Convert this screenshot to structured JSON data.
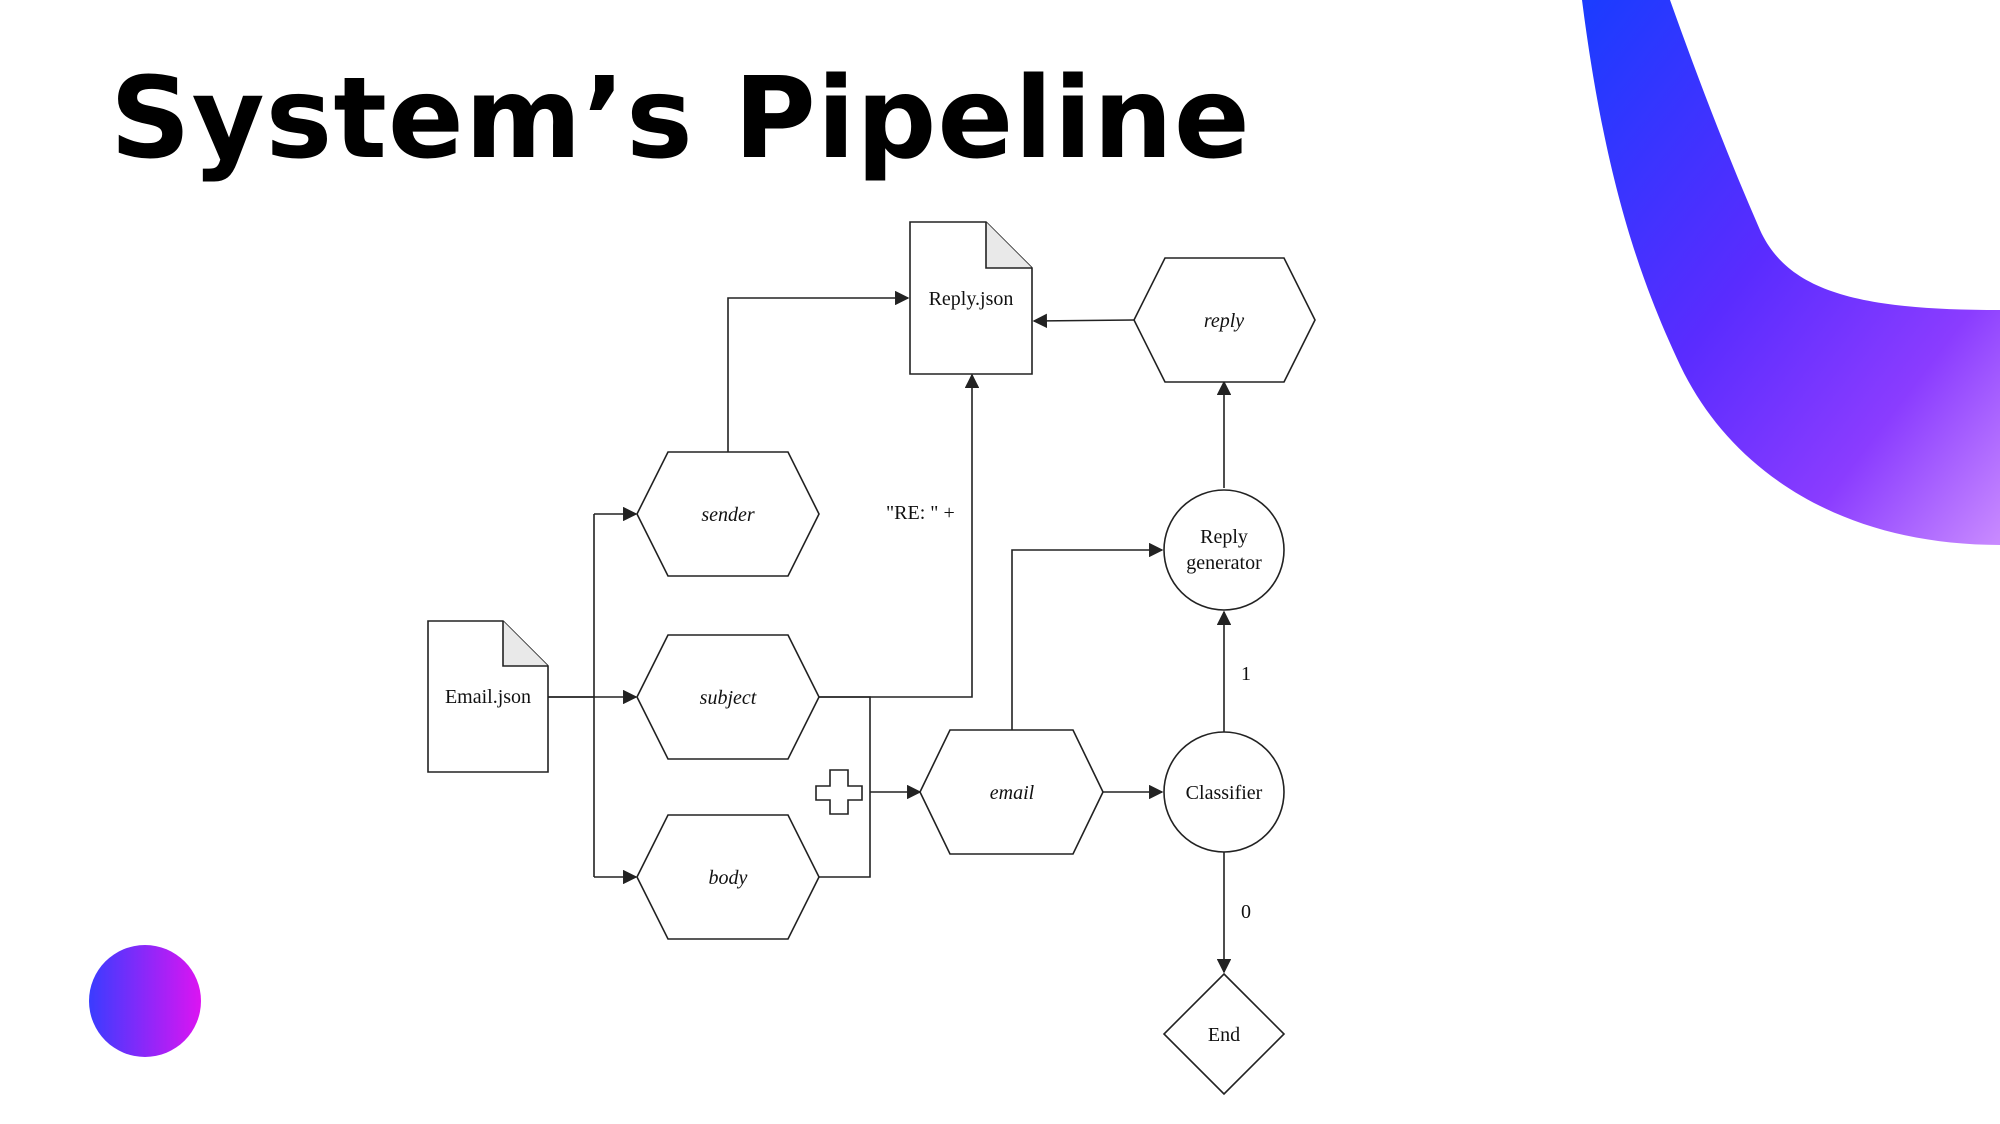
{
  "slide": {
    "title": "System’s Pipeline"
  },
  "diagram": {
    "nodes": {
      "email_json": "Email.json",
      "reply_json": "Reply.json",
      "sender": "sender",
      "subject": "subject",
      "body": "body",
      "email": "email",
      "reply": "reply",
      "reply_generator": [
        "Reply",
        "generator"
      ],
      "classifier": "Classifier",
      "end": "End"
    },
    "edge_labels": {
      "re_prefix": "\"RE: \" +",
      "one": "1",
      "zero": "0"
    }
  },
  "colors": {
    "accent_blue": "#2a3cff",
    "accent_violet": "#8a2cff",
    "accent_magenta": "#d21cf5",
    "accent_light": "#c77dff"
  }
}
